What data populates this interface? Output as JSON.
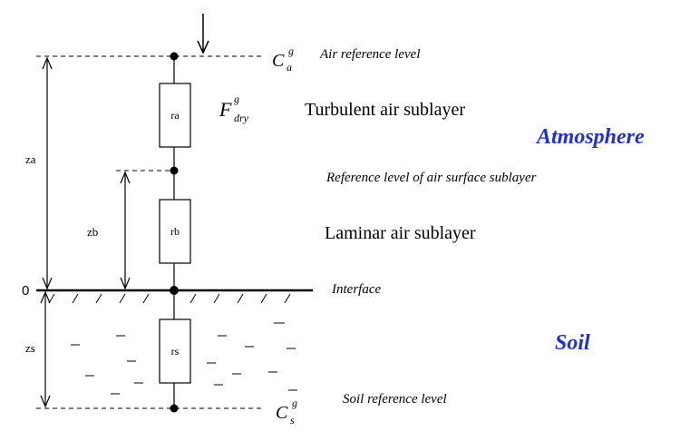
{
  "levels": {
    "air_reference": "Air reference level",
    "surface_reference": "Reference level of air surface sublayer",
    "interface": "Interface",
    "soil_reference": "Soil reference level"
  },
  "layers": {
    "turbulent": "Turbulent air sublayer",
    "laminar": "Laminar air sublayer"
  },
  "regions": {
    "atmosphere": "Atmosphere",
    "soil": "Soil"
  },
  "symbols": {
    "ca_main": "C",
    "ca_sup": "g",
    "ca_sub": "a",
    "cs_main": "C",
    "cs_sup": "g",
    "cs_sub": "s",
    "flux_main": "F",
    "flux_sup": "g",
    "flux_sub": "dry",
    "ra": "ra",
    "rb": "rb",
    "rs": "rs",
    "za": "za",
    "zb": "zb",
    "zs": "zs",
    "zero": "0"
  },
  "colors": {
    "line": "#000000",
    "region_label": "#1f2fd9",
    "resistor_fill": "#ffffff"
  }
}
